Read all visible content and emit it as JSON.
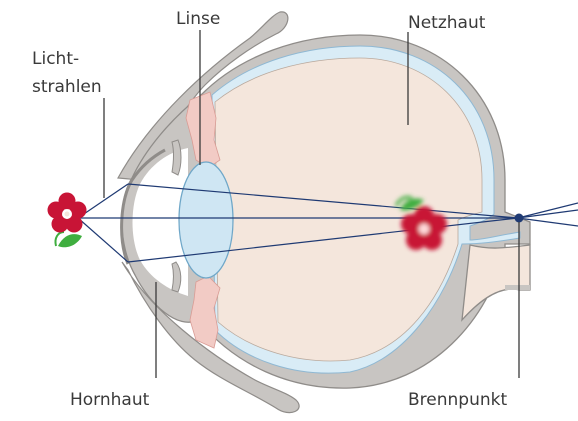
{
  "labels": {
    "linse": "Linse",
    "netzhaut": "Netzhaut",
    "licht_line1": "Licht-",
    "licht_line2": "strahlen",
    "hornhaut": "Hornhaut",
    "brennpunkt": "Brennpunkt"
  },
  "colors": {
    "sclera": "#c8c5c2",
    "sclera_outline": "#8f8c89",
    "eyeball_fill": "#f4e6dc",
    "retina": "#d9ecf6",
    "lens_fill": "#cfe6f3",
    "lens_stroke": "#6fa7c8",
    "ciliary": "#f2cbc5",
    "cornea_chamber": "#ffffff",
    "ray": "#1f3a73",
    "focus_dot": "#1f3a73",
    "flower_red": "#c81436",
    "leaf_green": "#3fae3f"
  }
}
